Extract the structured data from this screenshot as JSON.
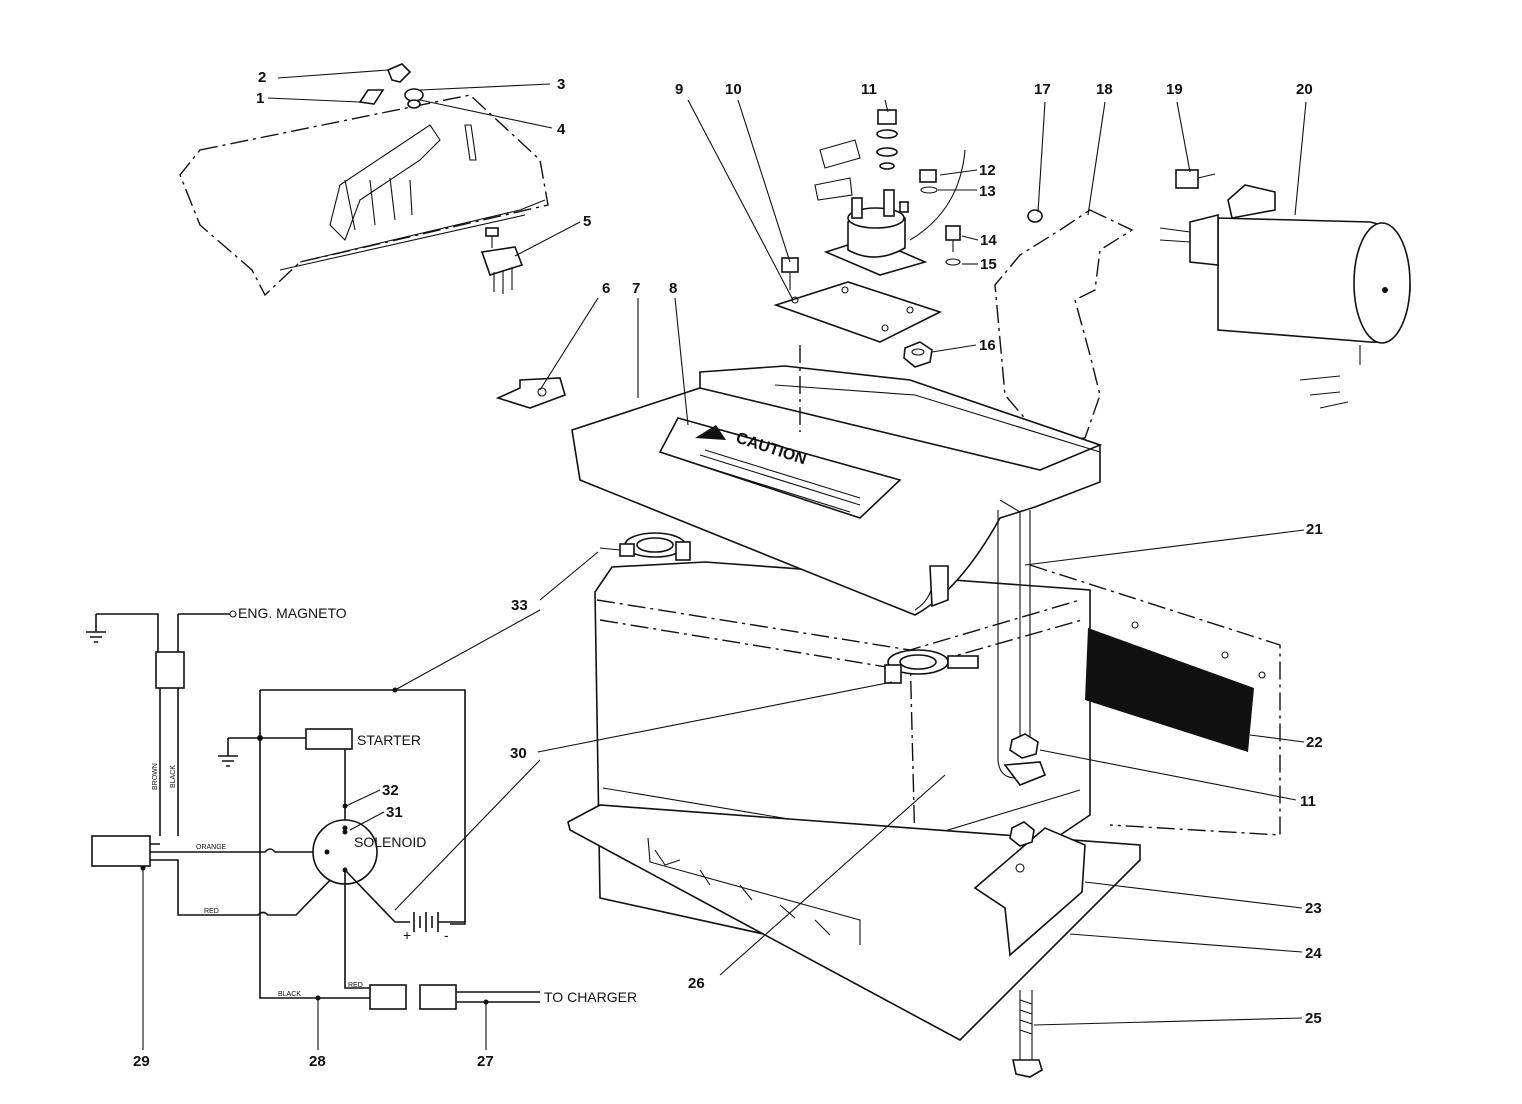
{
  "parts": {
    "p1": "1",
    "p2": "2",
    "p3": "3",
    "p4": "4",
    "p5": "5",
    "p6": "6",
    "p7": "7",
    "p8": "8",
    "p9": "9",
    "p10": "10",
    "p11a": "11",
    "p12": "12",
    "p13": "13",
    "p14": "14",
    "p15": "15",
    "p16": "16",
    "p17": "17",
    "p18": "18",
    "p19": "19",
    "p20": "20",
    "p21": "21",
    "p22": "22",
    "p11b": "11",
    "p23": "23",
    "p24": "24",
    "p25": "25",
    "p26": "26",
    "p27": "27",
    "p28": "28",
    "p29": "29",
    "p30": "30",
    "p31": "31",
    "p32": "32",
    "p33": "33"
  },
  "battery_cover": {
    "caution": "CAUTION"
  },
  "schematic": {
    "eng_magneto": "ENG. MAGNETO",
    "starter": "STARTER",
    "solenoid": "SOLENOID",
    "to_charger": "TO CHARGER",
    "brown": "BROWN",
    "black": "BLACK",
    "orange": "ORANGE",
    "red": "RED",
    "red2": "RED",
    "black2": "BLACK",
    "plus": "+",
    "minus": "-"
  }
}
